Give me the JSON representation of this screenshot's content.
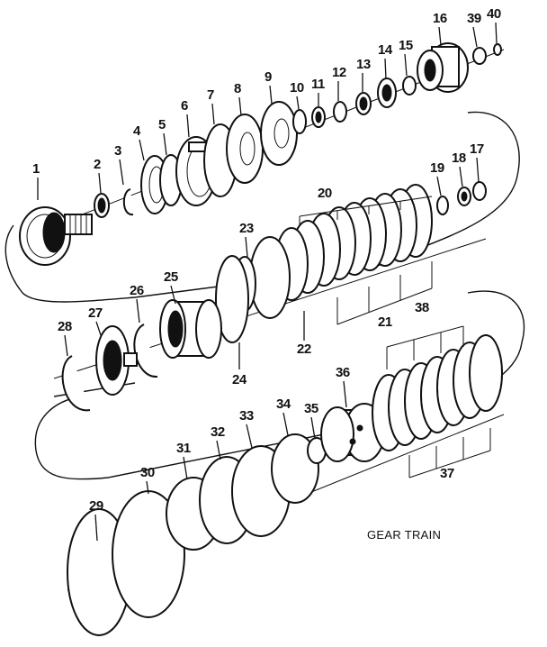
{
  "diagram": {
    "caption": "GEAR TRAIN",
    "callouts": [
      "1",
      "2",
      "3",
      "4",
      "5",
      "6",
      "7",
      "8",
      "9",
      "10",
      "11",
      "12",
      "13",
      "14",
      "15",
      "16",
      "17",
      "18",
      "19",
      "20",
      "21",
      "22",
      "23",
      "24",
      "25",
      "26",
      "27",
      "28",
      "29",
      "30",
      "31",
      "32",
      "33",
      "34",
      "35",
      "36",
      "37",
      "38",
      "39",
      "40"
    ]
  },
  "colors": {
    "ink": "#111111",
    "paper": "#ffffff"
  }
}
